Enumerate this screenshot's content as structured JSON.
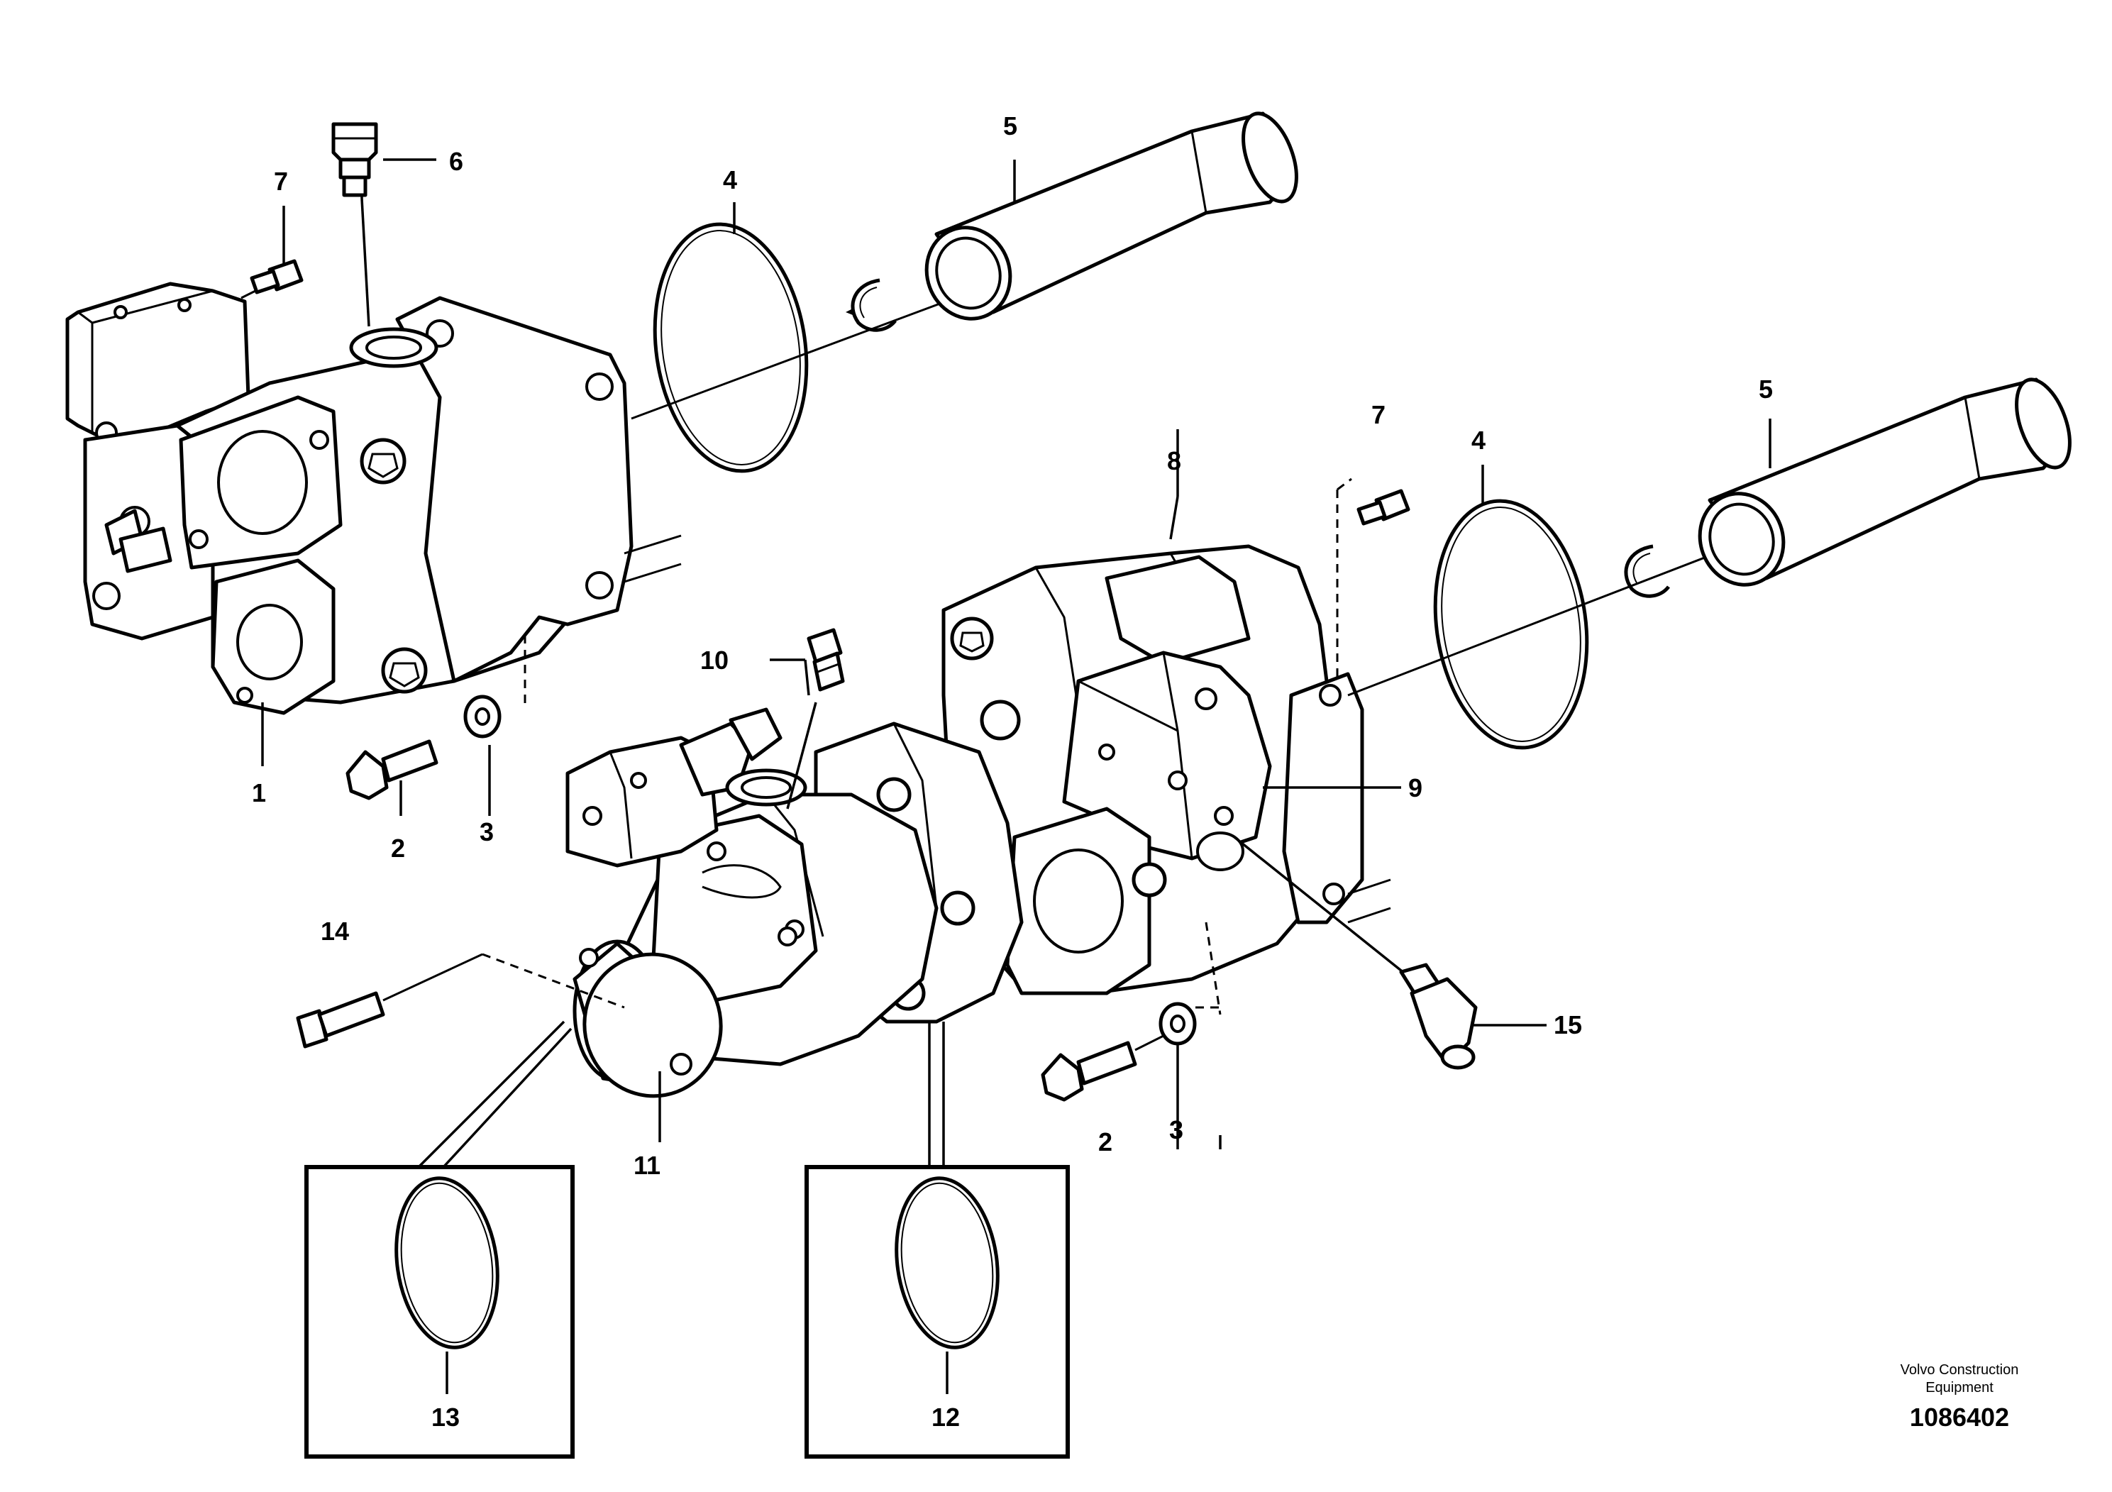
{
  "callouts": {
    "c1": "1",
    "c2a": "2",
    "c2b": "2",
    "c3a": "3",
    "c3b": "3",
    "c4a": "4",
    "c4b": "4",
    "c5a": "5",
    "c5b": "5",
    "c6": "6",
    "c7a": "7",
    "c7b": "7",
    "c8": "8",
    "c9": "9",
    "c10": "10",
    "c11": "11",
    "c12": "12",
    "c13": "13",
    "c14": "14",
    "c15": "15"
  },
  "footer": {
    "brand_line1": "Volvo Construction",
    "brand_line2": "Equipment",
    "document_number": "1086402"
  }
}
